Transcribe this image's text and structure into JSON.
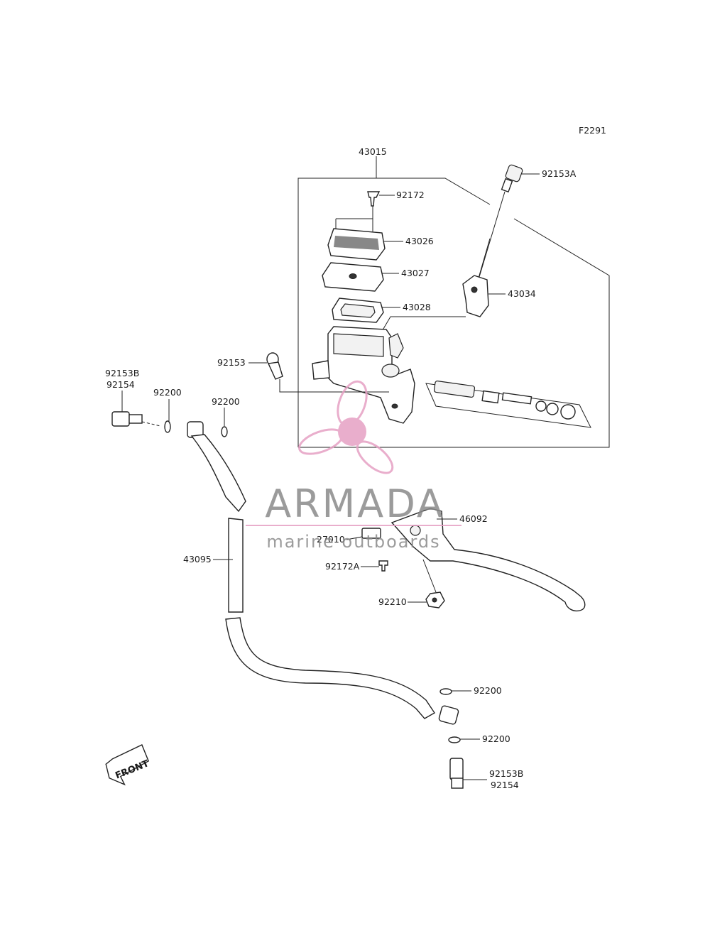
{
  "figure_code": "F2291",
  "parts": {
    "assembly": "43015",
    "bleeder_top": "92153A",
    "cap_screw": "92172",
    "cap": "43026",
    "plate": "43027",
    "diaphragm": "43028",
    "lever_holder": "43034",
    "bolt": "92153",
    "banjo_left_a": "92153B",
    "banjo_left_b": "92154",
    "washer_left_a": "92200",
    "washer_left_b": "92200",
    "lever": "46092",
    "switch": "27010",
    "switch_screw": "92172A",
    "hose": "43095",
    "pivot_nut": "92210",
    "washer_right_a": "92200",
    "washer_right_b": "92200",
    "banjo_right_a": "92153B",
    "banjo_right_b": "92154"
  },
  "front_label": "FRONT",
  "watermark": {
    "brand": "ARMADA",
    "tagline": "marine outboards",
    "color": "#e6a0c4"
  }
}
